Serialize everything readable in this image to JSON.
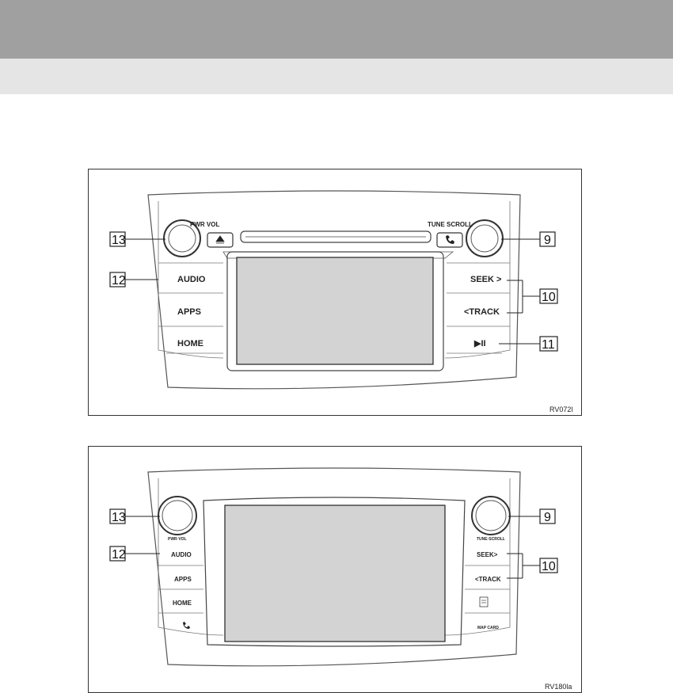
{
  "figure1": {
    "callouts": {
      "c13": "13",
      "c12": "12",
      "c9": "9",
      "c10": "10",
      "c11": "11"
    },
    "knob_left_label": "PWR VOL",
    "knob_right_label": "TUNE SCROLL",
    "buttons": {
      "audio": "AUDIO",
      "apps": "APPS",
      "home": "HOME",
      "seek": "SEEK >",
      "track": "<TRACK",
      "play_pause": "▶II"
    },
    "code": "RV072l"
  },
  "figure2": {
    "callouts": {
      "c13": "13",
      "c12": "12",
      "c9": "9",
      "c10": "10"
    },
    "knob_left_label": "PWR·VOL",
    "knob_right_label": "TUNE·SCROLL",
    "buttons": {
      "audio": "AUDIO",
      "apps": "APPS",
      "home": "HOME",
      "seek": "SEEK>",
      "track": "<TRACK",
      "map_card": "MAP CARD"
    },
    "code": "RV180la"
  }
}
